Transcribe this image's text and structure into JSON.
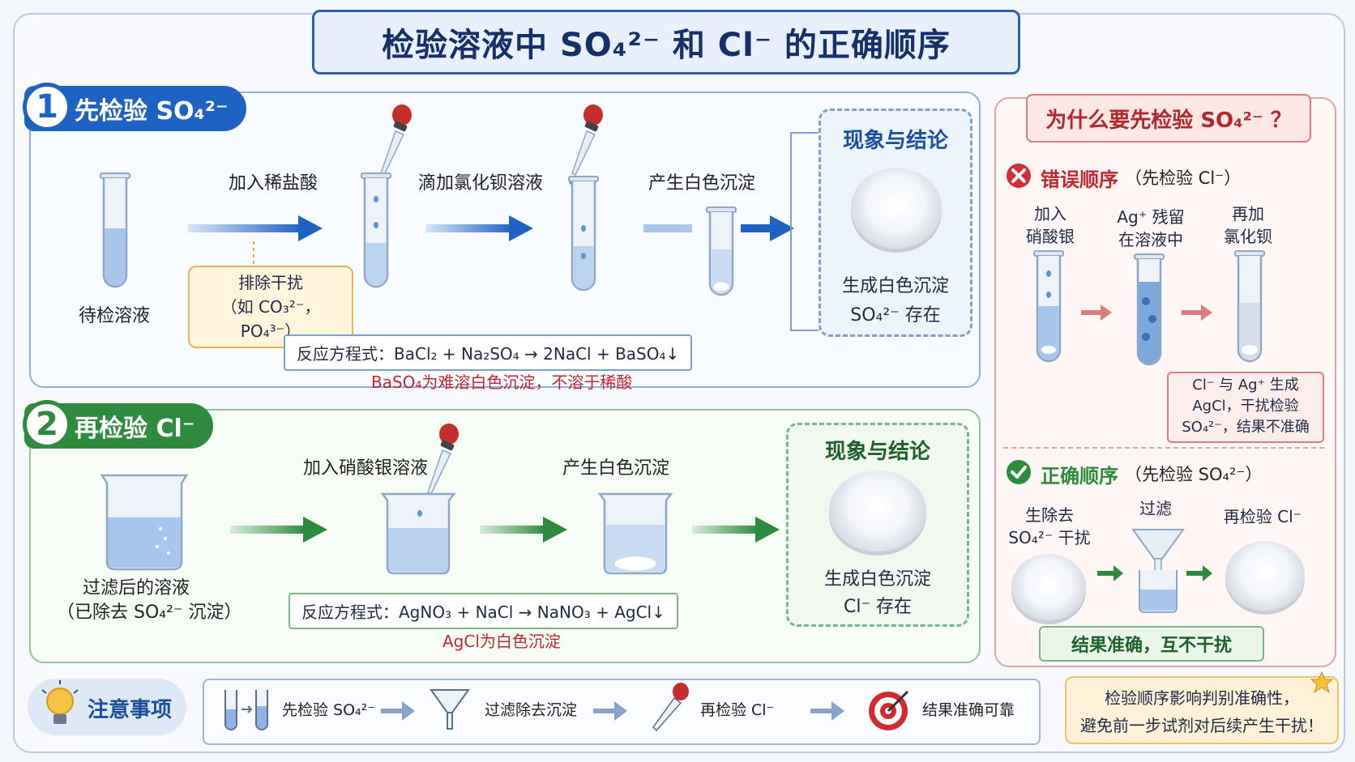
{
  "title": "检验溶液中 SO₄²⁻ 和 Cl⁻ 的正确顺序",
  "step1": {
    "number": "1",
    "tag": "先检验 SO₄²⁻",
    "sample_label": "待检溶液",
    "add_acid": "加入稀盐酸",
    "add_bacl2": "滴加氯化钡溶液",
    "precipitate": "产生白色沉淀",
    "remove_interference": "排除干扰",
    "interference_examples": "（如 CO₃²⁻，PO₄³⁻）",
    "conclusion_title": "现象与结论",
    "conclusion_line1": "生成白色沉淀",
    "conclusion_line2": "SO₄²⁻ 存在",
    "equation": "反应方程式：BaCl₂ + Na₂SO₄ → 2NaCl + BaSO₄↓",
    "note": "BaSO₄为难溶白色沉淀，不溶于稀酸"
  },
  "step2": {
    "number": "2",
    "tag": "再检验 Cl⁻",
    "sample_label1": "过滤后的溶液",
    "sample_label2": "（已除去 SO₄²⁻ 沉淀）",
    "add_agno3": "加入硝酸银溶液",
    "precipitate": "产生白色沉淀",
    "conclusion_title": "现象与结论",
    "conclusion_line1": "生成白色沉淀",
    "conclusion_line2": "Cl⁻ 存在",
    "equation": "反应方程式：AgNO₃ + NaCl → NaNO₃ + AgCl↓",
    "note": "AgCl为白色沉淀"
  },
  "why": {
    "title": "为什么要先检验 SO₄²⁻ ？",
    "wrong_title": "错误顺序",
    "wrong_sub": "（先检验 Cl⁻）",
    "wrong_step1_a": "加入",
    "wrong_step1_b": "硝酸银",
    "wrong_step2_a": "Ag⁺ 残留",
    "wrong_step2_b": "在溶液中",
    "wrong_step3_a": "再加",
    "wrong_step3_b": "氯化钡",
    "wrong_result_1": "Cl⁻ 与 Ag⁺ 生成",
    "wrong_result_2": "AgCl，干扰检验",
    "wrong_result_3": "SO₄²⁻，结果不准确",
    "right_title": "正确顺序",
    "right_sub": "（先检验 SO₄²⁻）",
    "right_step1_a": "生除去",
    "right_step1_b": "SO₄²⁻ 干扰",
    "right_step2": "过滤",
    "right_step3": "再检验 Cl⁻",
    "right_result": "结果准确，互不干扰"
  },
  "notes": {
    "label": "注意事项",
    "item1": "先检验 SO₄²⁻",
    "item2": "过滤除去沉淀",
    "item3": "再检验 Cl⁻",
    "item4": "结果准确可靠"
  },
  "tip": {
    "line1": "检验顺序影响判别准确性，",
    "line2": "避免前一步试剂对后续产生干扰！"
  },
  "colors": {
    "blue": "#1e63c4",
    "green": "#2e8a3e",
    "red": "#c0282d"
  }
}
